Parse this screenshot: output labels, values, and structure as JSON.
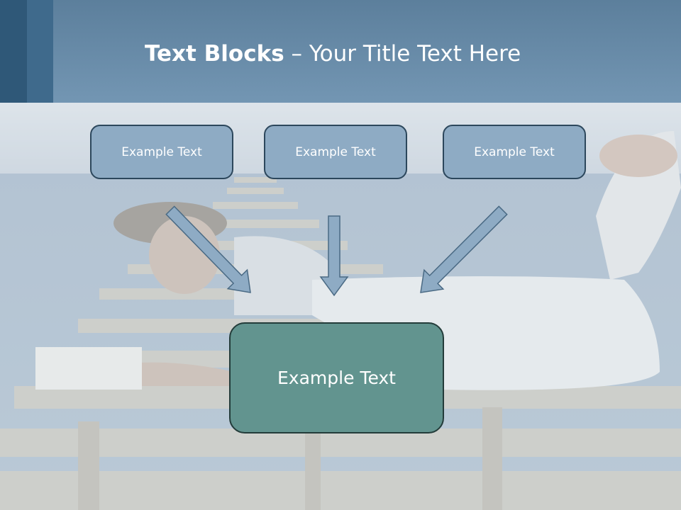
{
  "slide": {
    "title_bold": "Text Blocks",
    "title_rest": " – Your Title Text Here"
  },
  "blocks": [
    {
      "label": "Example Text"
    },
    {
      "label": "Example Text"
    },
    {
      "label": "Example Text"
    }
  ],
  "center_block": {
    "label": "Example Text"
  },
  "colors": {
    "header": "#6a8eab",
    "small_box_fill": "#8eabc4",
    "small_box_border": "#2c475c",
    "center_box_fill": "#62948f",
    "center_box_border": "#233c3a",
    "arrow_fill": "#8eabc4"
  }
}
